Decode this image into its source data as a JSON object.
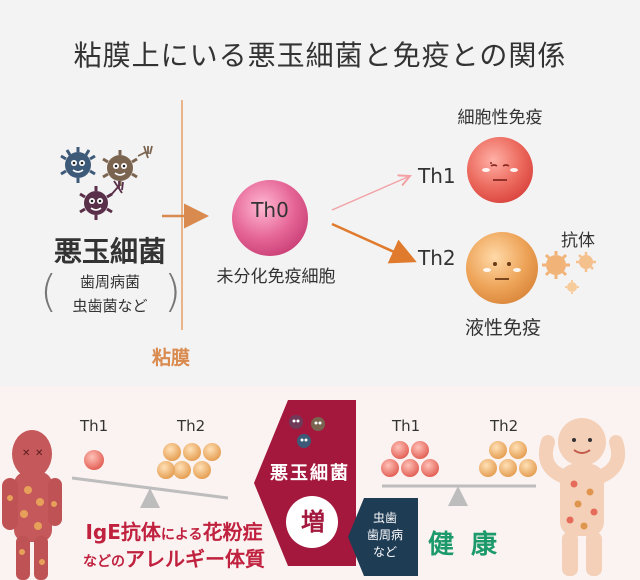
{
  "title": "粘膜上にいる悪玉細菌と免疫との関係",
  "bacteria": {
    "name": "悪玉細菌",
    "examples_line1": "歯周病菌",
    "examples_line2": "虫歯菌など"
  },
  "mucosa_label": "粘膜",
  "th0": {
    "name": "Th0",
    "caption": "未分化免疫細胞"
  },
  "th1": {
    "name": "Th1",
    "role": "細胞性免疫"
  },
  "th2": {
    "name": "Th2",
    "role": "液性免疫",
    "antibody": "抗体"
  },
  "balance_left": {
    "th1": "Th1",
    "th2": "Th2"
  },
  "balance_right": {
    "th1": "Th1",
    "th2": "Th2"
  },
  "center_banner": {
    "label": "悪玉細菌",
    "increase": "増"
  },
  "side_tag": {
    "line1": "虫歯",
    "line2": "歯周病",
    "line3": "など"
  },
  "allergy": {
    "line1_a": "IgE抗体",
    "line1_b": "による",
    "line1_c": "花粉症",
    "line2_a": "などの",
    "line2_b": "アレルギー体質"
  },
  "health": "健 康",
  "colors": {
    "th1_red": "#e8574e",
    "th2_orange": "#e09a48",
    "th0_pink": "#dc4f86",
    "mucosa": "#e3a36b",
    "banner": "#a3183c",
    "health_green": "#1c9a6c",
    "tag_navy": "#1f3c55"
  }
}
